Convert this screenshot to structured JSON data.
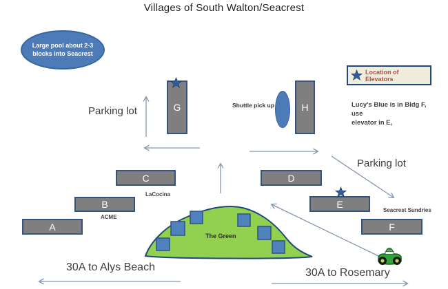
{
  "title": "Villages of South Walton/Seacrest",
  "pool_note": {
    "line1": "Large pool  about 2-3",
    "line2": "blocks into Seacrest"
  },
  "labels": {
    "parking_lot_left": "Parking lot",
    "parking_lot_right": "Parking lot",
    "shuttle_pickup": "Shuttle pick up",
    "la_cocina": "LaCocina",
    "acme": "ACME",
    "seacrest_sundries": "Seacrest Sundries",
    "the_green": "The Green",
    "road_to_alys": "30A to Alys Beach",
    "road_to_rosemary": "30A to Rosemary"
  },
  "legend": {
    "label": "Location of Elevators",
    "icon": "star-icon"
  },
  "notes": {
    "lucys_line1": "Lucy's Blue is in Bldg F, use",
    "lucys_line2": "elevator in E,"
  },
  "buildings": {
    "a": "A",
    "b": "B",
    "c": "C",
    "d": "D",
    "e": "E",
    "f": "F",
    "g": "G",
    "h": "H"
  },
  "icons": {
    "elevator_marker": "star-icon",
    "vehicle": "car-icon"
  },
  "colors": {
    "building_fill": "#7F7F7F",
    "building_border": "#34547E",
    "pool_fill": "#4C7BB8",
    "pool_border": "#34679E",
    "green_fill": "#92D050",
    "green_border": "#1F497D",
    "square_fill": "#4F81BD",
    "legend_bg": "#F1EDDD",
    "legend_border": "#1F497D",
    "legend_text": "#BE4B48",
    "star_fill": "#2F5F9E",
    "arrow": "#8496B0",
    "text_dark": "#3B3B3B"
  }
}
